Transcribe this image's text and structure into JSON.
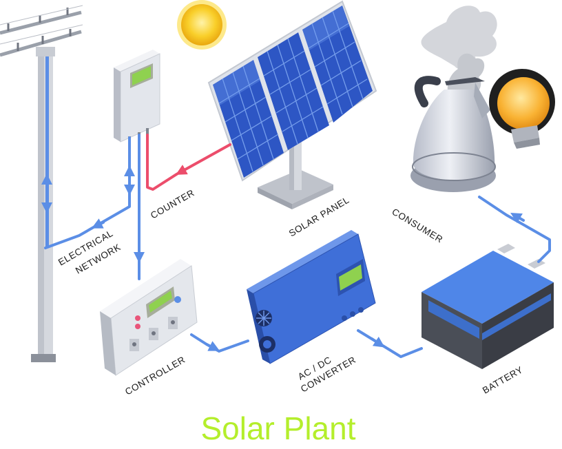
{
  "title": "Solar Plant",
  "labels": {
    "electrical_network_1": "ELECTRICAL",
    "electrical_network_2": "NETWORK",
    "counter": "COUNTER",
    "solar_panel": "SOLAR PANEL",
    "consumer": "CONSUMER",
    "controller": "CONTROLLER",
    "converter_1": "AC / DC",
    "converter_2": "CONVERTER",
    "battery": "BATTERY"
  },
  "colors": {
    "title": "#b4ee2c",
    "wire_blue": "#5b8ee6",
    "wire_red": "#ec4d6b",
    "panel_blue": "#2d56c4",
    "converter_blue": "#3f6fd8",
    "battery_blue": "#4f86e8",
    "screen_green": "#8fd14f",
    "sun": "#f7c51f",
    "bulb": "#f9b233"
  }
}
